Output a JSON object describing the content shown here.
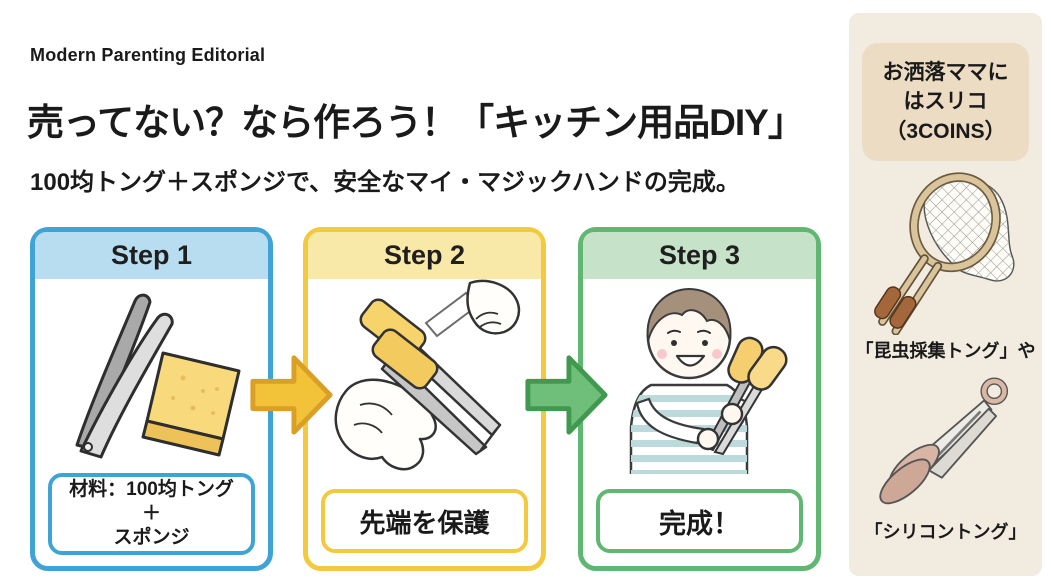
{
  "header": {
    "brand": "Modern Parenting Editorial",
    "title": "売ってない？なら作ろう！「キッチン用品DIY」",
    "subtitle": "100均トング＋スポンジで、安全なマイ・マジックハンドの完成。"
  },
  "steps": [
    {
      "label": "Step 1",
      "caption": "材料：100均トング\n＋\nスポンジ",
      "illustration": "tongs-and-sponge"
    },
    {
      "label": "Step 2",
      "caption": "先端を保護",
      "illustration": "hands-taping-sponge-onto-tongs"
    },
    {
      "label": "Step 3",
      "caption": "完成！",
      "illustration": "child-holding-finished-padded-tongs"
    }
  ],
  "sidebar": {
    "heading": "お洒落ママに\nはスリコ\n（3COINS）",
    "items": [
      {
        "caption": "「昆虫採集トング」や",
        "illustration": "insect-collecting-tongs-with-net"
      },
      {
        "caption": "「シリコントング」",
        "illustration": "silicone-tongs"
      }
    ]
  },
  "colors": {
    "step1_border": "#3FA3D6",
    "step1_header_bg": "#B9DDF0",
    "step2_border": "#F3C93F",
    "step2_header_bg": "#F9E9A8",
    "step3_border": "#5FB771",
    "step3_header_bg": "#C6E3C9",
    "arrow1_fill": "#F2C238",
    "arrow1_outline": "#DA9F26",
    "arrow2_fill": "#6FBE7A",
    "arrow2_outline": "#41984F",
    "sidebar_bg": "#F2EBE0",
    "sidebar_heading_bg": "#EBDCC3",
    "sponge_yellow": "#F8D97B",
    "text": "#1A1A1A",
    "background": "#FFFFFF"
  }
}
